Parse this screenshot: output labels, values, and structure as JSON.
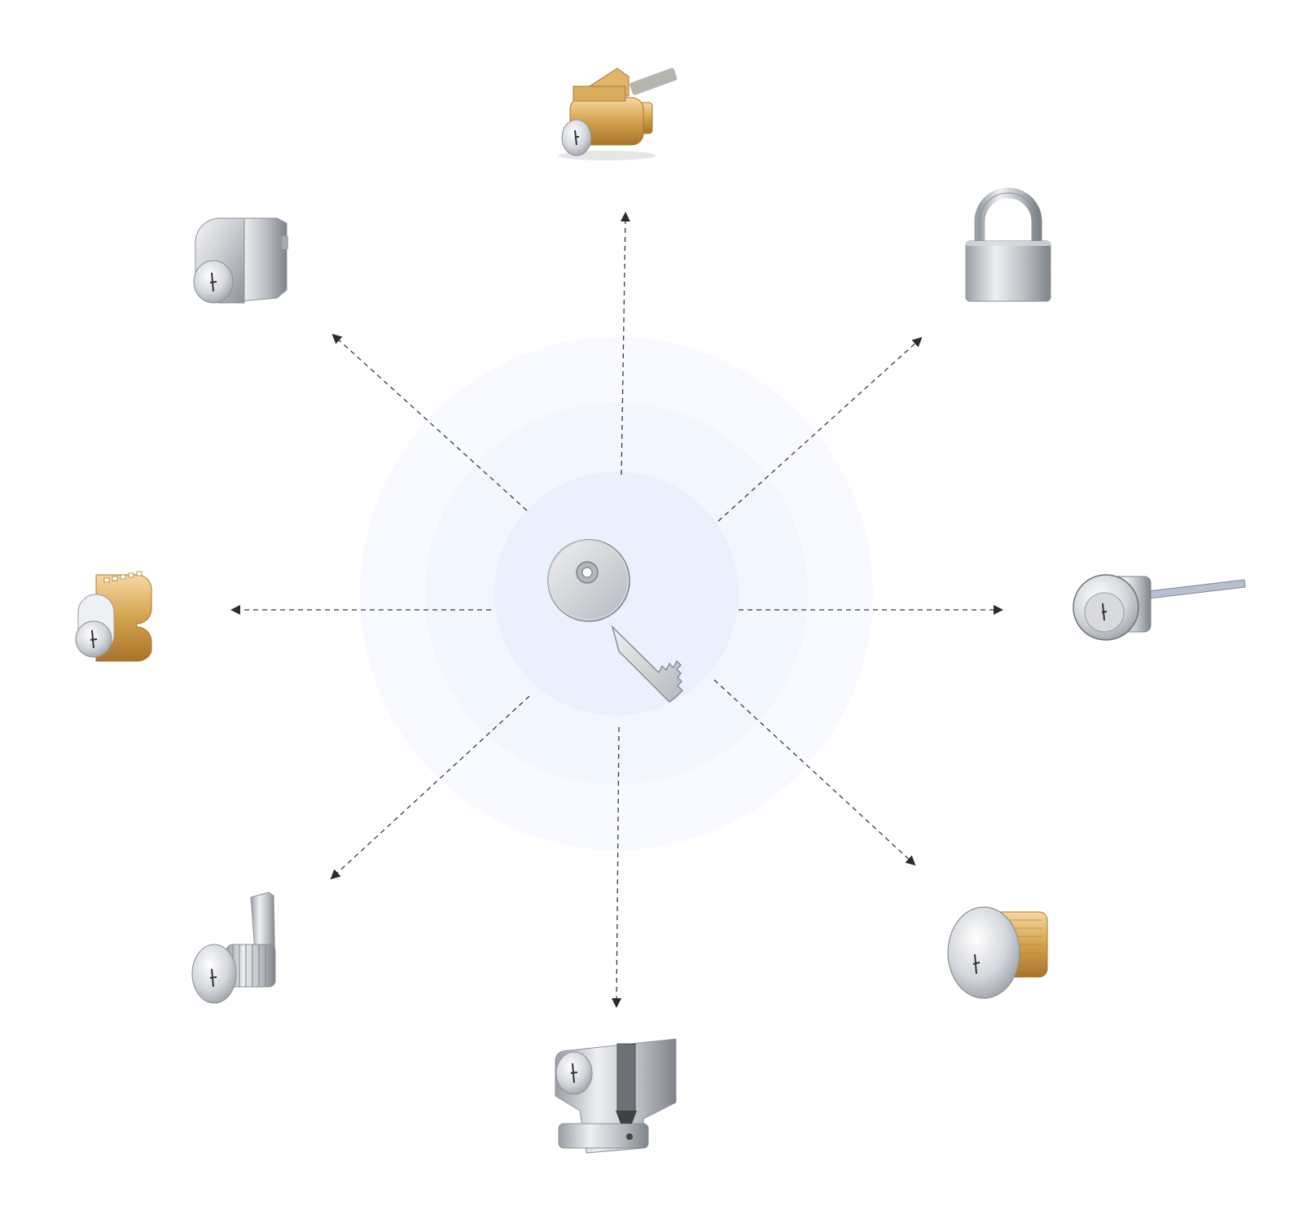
{
  "diagram": {
    "center": {
      "icon": "master-key-icon"
    },
    "connector_style": "dashed-arrow",
    "colors": {
      "background": "#ffffff",
      "halo_outer": "#f8faff",
      "halo_middle": "#f2f6fe",
      "halo_inner": "#eaf1fd",
      "arrow": "#2b2b2b",
      "brass": "#d4a24e",
      "chrome": "#c9ccd1"
    },
    "nodes": [
      {
        "id": "top",
        "icon": "key-in-knob-cylinder-icon"
      },
      {
        "id": "top-right",
        "icon": "padlock-icon"
      },
      {
        "id": "right",
        "icon": "rim-cylinder-icon"
      },
      {
        "id": "bottom-right",
        "icon": "mortise-cylinder-icon"
      },
      {
        "id": "bottom",
        "icon": "euro-profile-cylinder-icon"
      },
      {
        "id": "bottom-left",
        "icon": "cam-lock-icon"
      },
      {
        "id": "left",
        "icon": "interchangeable-core-icon"
      },
      {
        "id": "top-left",
        "icon": "oval-cylinder-icon"
      }
    ]
  }
}
